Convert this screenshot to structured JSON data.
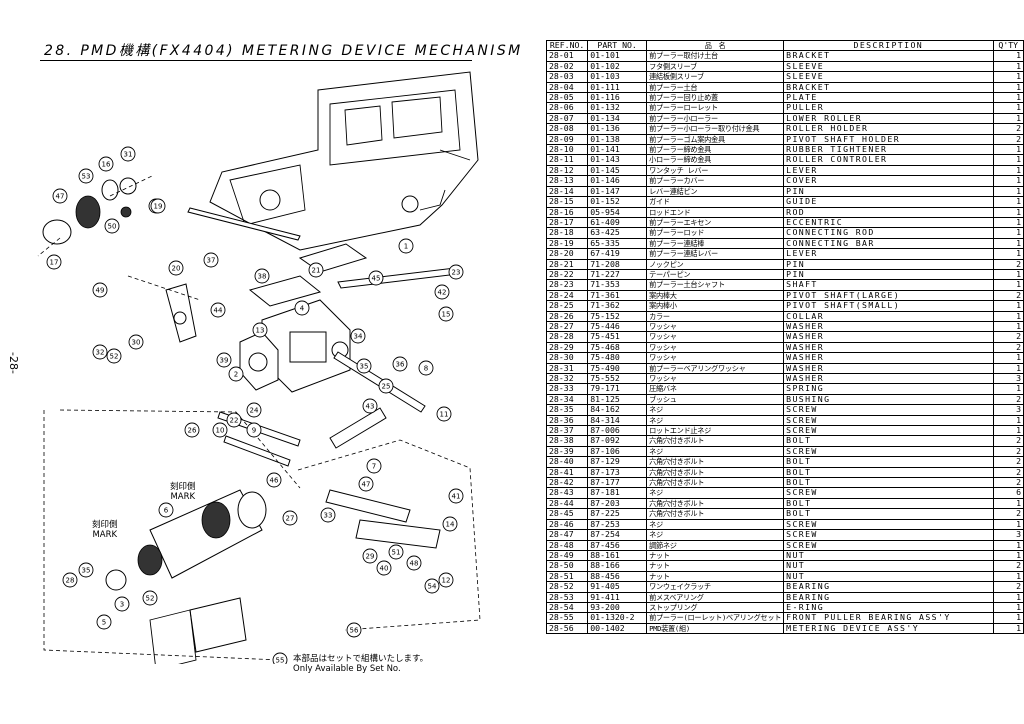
{
  "title": "28. PMD機構(FX4404)  METERING DEVICE MECHANISM",
  "page_number": "-28-",
  "mark_labels": {
    "upper": [
      "刻印側",
      "MARK"
    ],
    "lower": [
      "刻印側",
      "MARK"
    ]
  },
  "set_note": {
    "callout": "55",
    "line1": "本部品はセットで組構いたします。",
    "line2": "Only Available By Set No."
  },
  "callouts": [
    "47",
    "53",
    "16",
    "31",
    "18",
    "19",
    "50",
    "17",
    "20",
    "37",
    "49",
    "38",
    "44",
    "30",
    "32",
    "52",
    "13",
    "4",
    "1",
    "21",
    "45",
    "23",
    "42",
    "15",
    "34",
    "39",
    "2",
    "26",
    "9",
    "10",
    "43",
    "35",
    "36",
    "8",
    "25",
    "11",
    "24",
    "22",
    "7",
    "6",
    "46",
    "27",
    "33",
    "5",
    "47",
    "48",
    "12",
    "29",
    "40",
    "51",
    "54",
    "14",
    "41",
    "35",
    "3",
    "28",
    "52",
    "56",
    "55"
  ],
  "table": {
    "headers": [
      "REF.NO.",
      "PART NO.",
      "品　名",
      "DESCRIPTION",
      "Q'TY"
    ],
    "rows": [
      [
        "28-01",
        "01-101",
        "前プーラー取付け土台",
        "BRACKET",
        "1"
      ],
      [
        "28-02",
        "01-102",
        "フタ側スリーブ",
        "SLEEVE",
        "1"
      ],
      [
        "28-03",
        "01-103",
        "連結板側スリーブ",
        "SLEEVE",
        "1"
      ],
      [
        "28-04",
        "01-111",
        "前プーラー土台",
        "BRACKET",
        "1"
      ],
      [
        "28-05",
        "01-116",
        "前プーラー回り止め蓋",
        "PLATE",
        "1"
      ],
      [
        "28-06",
        "01-132",
        "前プーラーローレット",
        "PULLER",
        "1"
      ],
      [
        "28-07",
        "01-134",
        "前プーラー小ローラー",
        "LOWER ROLLER",
        "1"
      ],
      [
        "28-08",
        "01-136",
        "前プーラー小ローラー取り付け金具",
        "ROLLER HOLDER",
        "2"
      ],
      [
        "28-09",
        "01-138",
        "前プーラーゴム案内金具",
        "PIVOT SHAFT HOLDER",
        "2"
      ],
      [
        "28-10",
        "01-141",
        "前プーラー締め金具",
        "RUBBER TIGHTENER",
        "1"
      ],
      [
        "28-11",
        "01-143",
        "小ローラー締め金具",
        "ROLLER CONTROLER",
        "1"
      ],
      [
        "28-12",
        "01-145",
        "ワンタッチ レバー",
        "LEVER",
        "1"
      ],
      [
        "28-13",
        "01-146",
        "前プーラーカバー",
        "COVER",
        "1"
      ],
      [
        "28-14",
        "01-147",
        "レバー連結ピン",
        "PIN",
        "1"
      ],
      [
        "28-15",
        "01-152",
        "ガイド",
        "GUIDE",
        "1"
      ],
      [
        "28-16",
        "05-954",
        "ロッドエンド",
        "ROD",
        "1"
      ],
      [
        "28-17",
        "61-409",
        "前プーラーエキセン",
        "ECCENTRIC",
        "1"
      ],
      [
        "28-18",
        "63-425",
        "前プーラーロッド",
        "CONNECTING ROD",
        "1"
      ],
      [
        "28-19",
        "65-335",
        "前プーラー連結棒",
        "CONNECTING BAR",
        "1"
      ],
      [
        "28-20",
        "67-419",
        "前プーラー連結レバー",
        "LEVER",
        "1"
      ],
      [
        "28-21",
        "71-208",
        "ノックピン",
        "PIN",
        "2"
      ],
      [
        "28-22",
        "71-227",
        "テーパーピン",
        "PIN",
        "1"
      ],
      [
        "28-23",
        "71-353",
        "前プーラー土台シャフト",
        "SHAFT",
        "1"
      ],
      [
        "28-24",
        "71-361",
        "案内棒大",
        "PIVOT SHAFT(LARGE)",
        "2"
      ],
      [
        "28-25",
        "71-362",
        "案内棒小",
        "PIVOT SHAFT(SMALL)",
        "1"
      ],
      [
        "28-26",
        "75-152",
        "カラー",
        "COLLAR",
        "1"
      ],
      [
        "28-27",
        "75-446",
        "ワッシャ",
        "WASHER",
        "1"
      ],
      [
        "28-28",
        "75-451",
        "ワッシャ",
        "WASHER",
        "2"
      ],
      [
        "28-29",
        "75-468",
        "ワッシャ",
        "WASHER",
        "2"
      ],
      [
        "28-30",
        "75-480",
        "ワッシャ",
        "WASHER",
        "1"
      ],
      [
        "28-31",
        "75-490",
        "前プーラーベアリングワッシャ",
        "WASHER",
        "1"
      ],
      [
        "28-32",
        "75-552",
        "ワッシャ",
        "WASHER",
        "3"
      ],
      [
        "28-33",
        "79-171",
        "圧縮バネ",
        "SPRING",
        "1"
      ],
      [
        "28-34",
        "81-125",
        "ブッシュ",
        "BUSHING",
        "2"
      ],
      [
        "28-35",
        "84-162",
        "ネジ",
        "SCREW",
        "3"
      ],
      [
        "28-36",
        "84-314",
        "ネジ",
        "SCREW",
        "1"
      ],
      [
        "28-37",
        "87-006",
        "ロットエンド止ネジ",
        "SCREW",
        "1"
      ],
      [
        "28-38",
        "87-092",
        "六角穴付きボルト",
        "BOLT",
        "2"
      ],
      [
        "28-39",
        "87-106",
        "ネジ",
        "SCREW",
        "2"
      ],
      [
        "28-40",
        "87-129",
        "六角穴付きボルト",
        "BOLT",
        "2"
      ],
      [
        "28-41",
        "87-173",
        "六角穴付きボルト",
        "BOLT",
        "2"
      ],
      [
        "28-42",
        "87-177",
        "六角穴付きボルト",
        "BOLT",
        "2"
      ],
      [
        "28-43",
        "87-181",
        "ネジ",
        "SCREW",
        "6"
      ],
      [
        "28-44",
        "87-203",
        "六角穴付きボルト",
        "BOLT",
        "1"
      ],
      [
        "28-45",
        "87-225",
        "六角穴付きボルト",
        "BOLT",
        "2"
      ],
      [
        "28-46",
        "87-253",
        "ネジ",
        "SCREW",
        "1"
      ],
      [
        "28-47",
        "87-254",
        "ネジ",
        "SCREW",
        "3"
      ],
      [
        "28-48",
        "87-456",
        "調節ネジ",
        "SCREW",
        "1"
      ],
      [
        "28-49",
        "88-161",
        "ナット",
        "NUT",
        "1"
      ],
      [
        "28-50",
        "88-166",
        "ナット",
        "NUT",
        "2"
      ],
      [
        "28-51",
        "88-456",
        "ナット",
        "NUT",
        "1"
      ],
      [
        "28-52",
        "91-405",
        "ワンウェイクラッチ",
        "BEARING",
        "2"
      ],
      [
        "28-53",
        "91-411",
        "前メスベアリング",
        "BEARING",
        "1"
      ],
      [
        "28-54",
        "93-200",
        "ストップリング",
        "E-RING",
        "1"
      ],
      [
        "28-55",
        "01-1320-2",
        "前プーラー(ローレット)ベアリングセット",
        "FRONT PULLER BEARING ASS'Y",
        "1"
      ],
      [
        "28-56",
        "00-1402",
        "PMD装置(組)",
        "METERING DEVICE ASS'Y",
        "1"
      ]
    ]
  }
}
